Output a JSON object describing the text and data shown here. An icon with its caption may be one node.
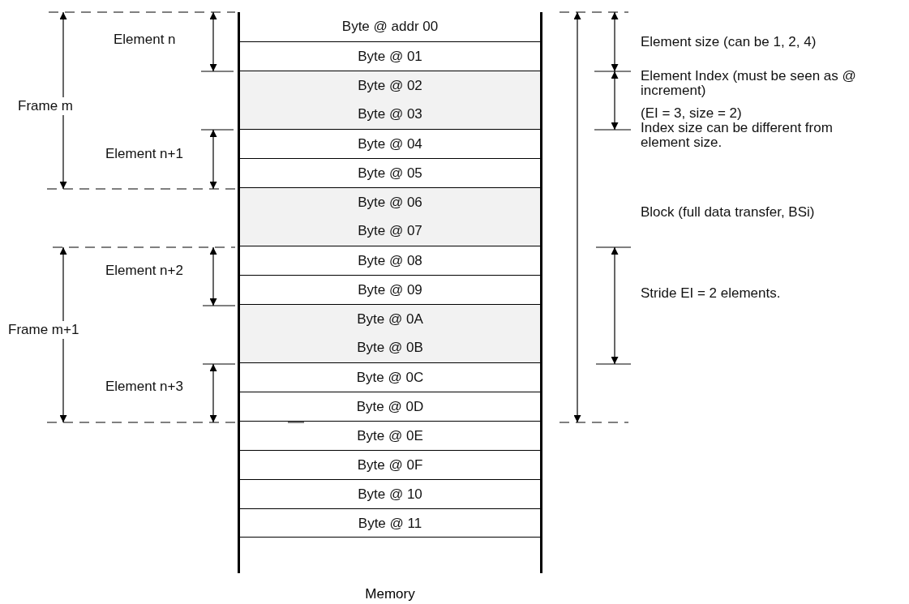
{
  "diagram": {
    "nodes": [
      {
        "text": [
          "Memory"
        ]
      },
      {
        "text": [
          "Byte @ addr 00"
        ],
        "in": 0
      },
      {
        "text": [
          "Byte @ 01"
        ],
        "in": 0
      },
      {
        "text": [
          "Byte @ 02"
        ],
        "in": 0
      },
      {
        "text": [
          "Byte @ 03"
        ],
        "in": 0
      },
      {
        "text": [
          "Byte @ 04"
        ],
        "in": 0
      },
      {
        "text": [
          "Byte @ 05"
        ],
        "in": 0
      },
      {
        "text": [
          "Byte @ 06"
        ],
        "in": 0
      },
      {
        "text": [
          "Byte @ 07"
        ],
        "in": 0
      },
      {
        "text": [
          "Byte @ 08"
        ],
        "in": 0
      },
      {
        "text": [
          "Byte @ 09"
        ],
        "in": 0
      },
      {
        "text": [
          "Byte @ 0A"
        ],
        "in": 0
      },
      {
        "text": [
          "Byte @ 0B"
        ],
        "in": 0
      },
      {
        "text": [
          "Byte @ 0C"
        ],
        "in": 0
      },
      {
        "text": [
          "Byte @ 0D"
        ],
        "in": 0
      },
      {
        "text": [
          "Byte @ 0E"
        ],
        "in": 0
      },
      {
        "text": [
          "Byte @ 0F"
        ],
        "in": 0
      },
      {
        "text": [
          "Byte @ 10"
        ],
        "in": 0
      },
      {
        "text": [
          "Byte @ 11"
        ],
        "in": 0
      }
    ],
    "edges": [],
    "labels": [
      "Element n",
      "Element size (can be 1, 2, 4)",
      "Element Index (must be seen as @ increment)",
      "Frame m",
      "(EI = 3, size = 2)",
      "Index size can be different from element size.",
      "Element n+1",
      "Block (full data transfer, BSi)",
      "Element n+2",
      "Stride EI = 2 elements.",
      "Frame m+1",
      "Element n+3"
    ]
  }
}
